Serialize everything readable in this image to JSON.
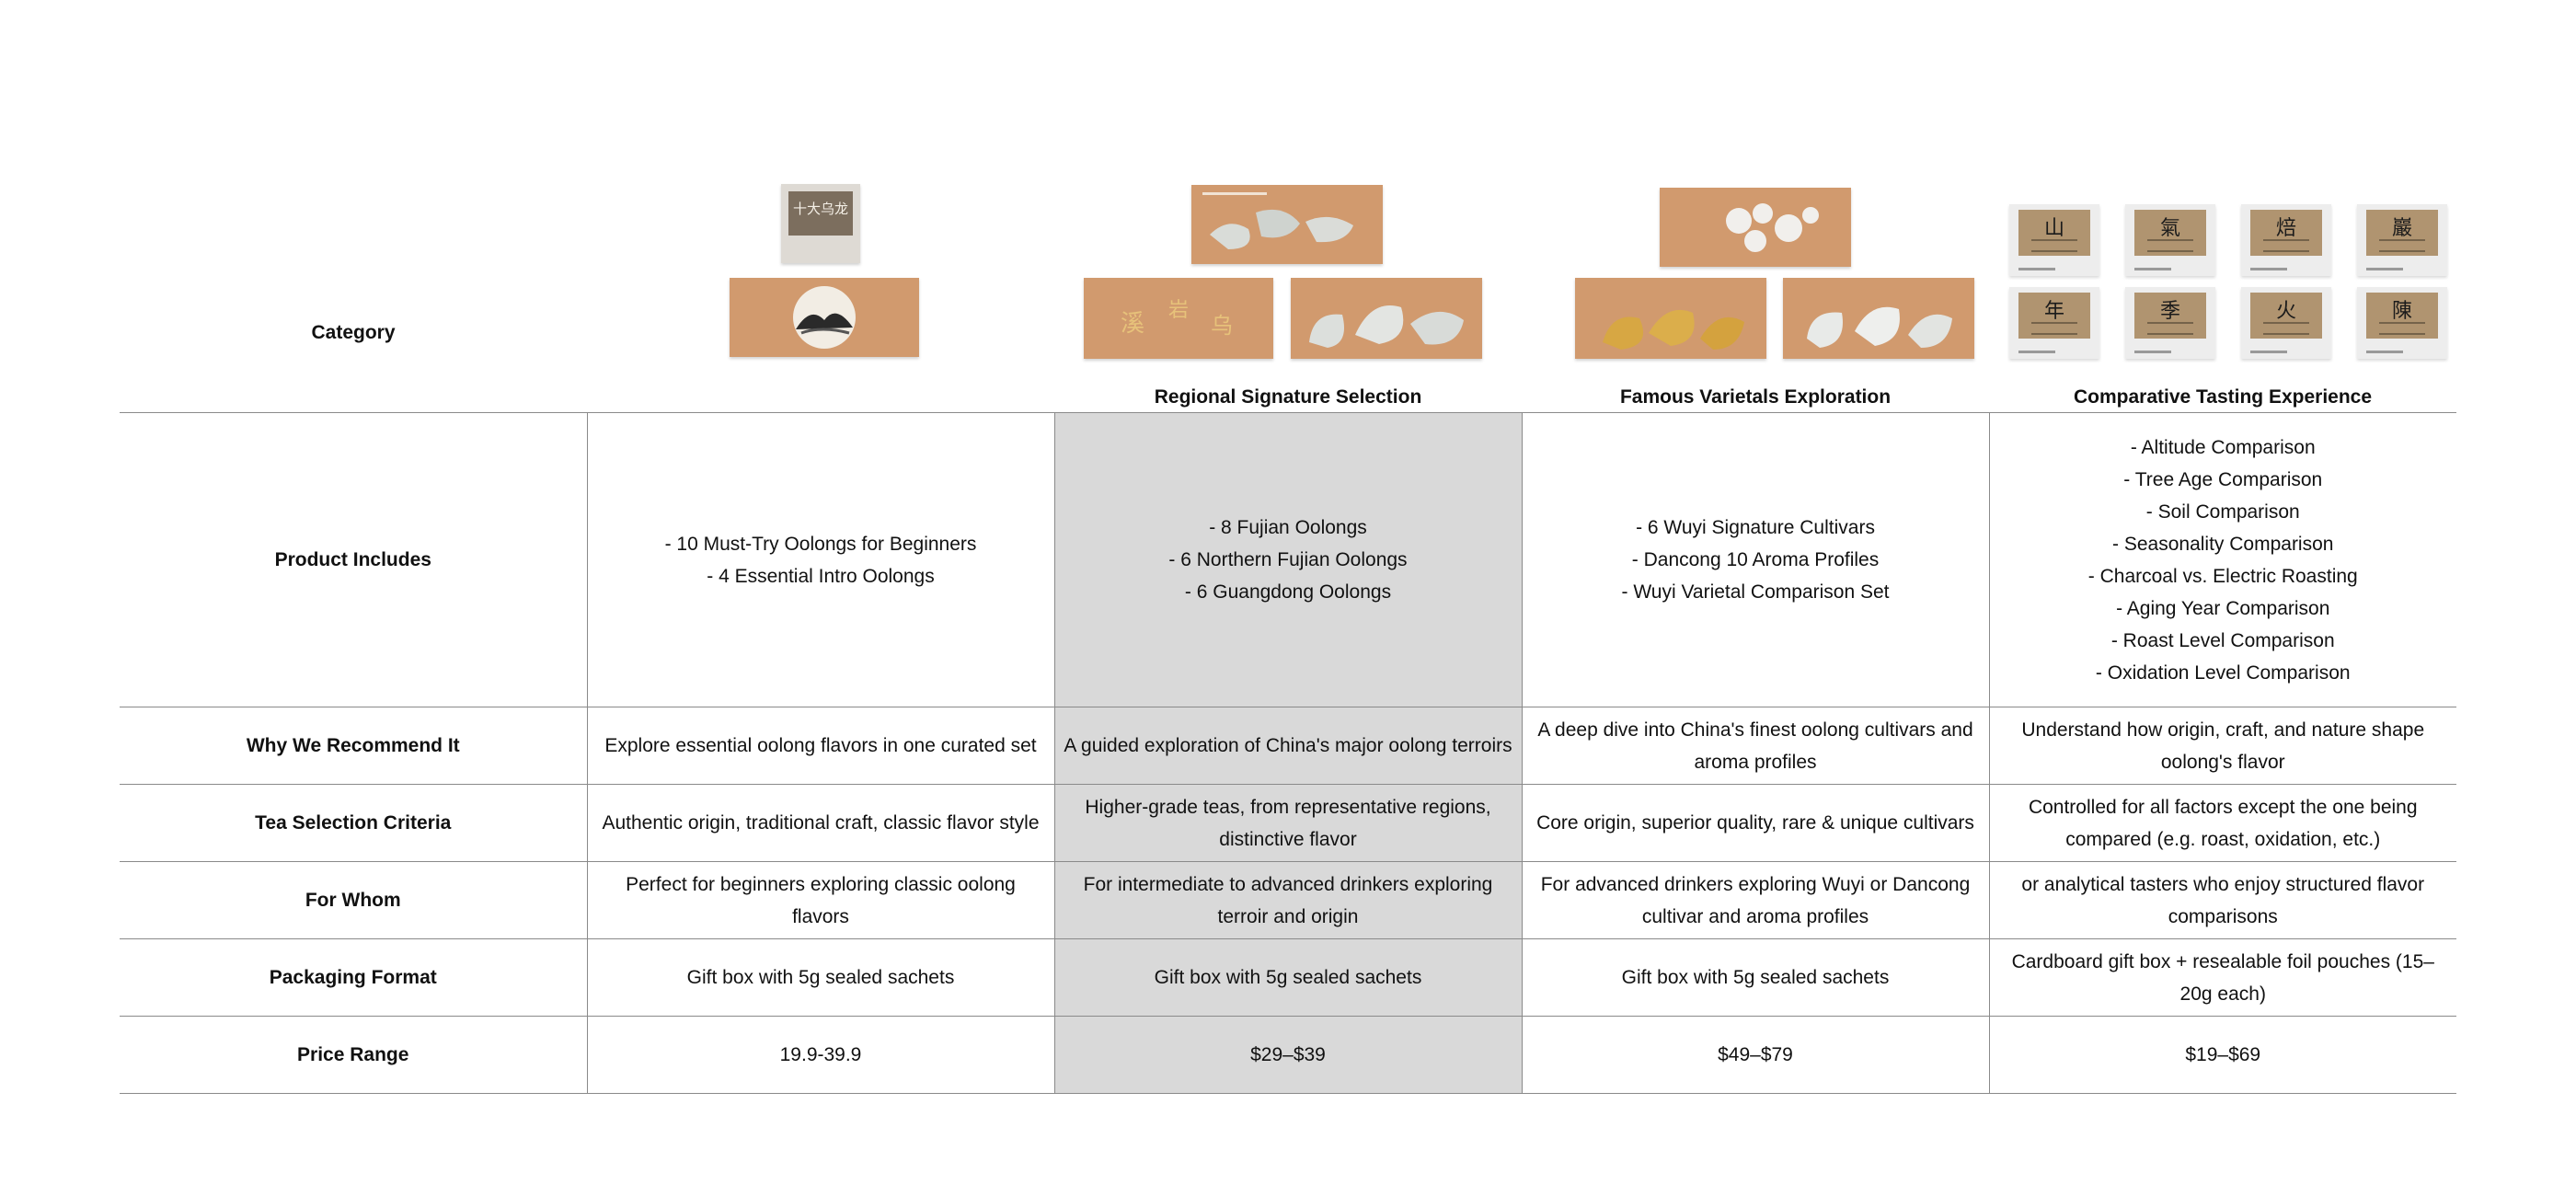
{
  "header": {
    "category_label": "Category",
    "columns": [
      {
        "title": ""
      },
      {
        "title": "Regional Signature Selection"
      },
      {
        "title": "Famous Varietals Exploration"
      },
      {
        "title": "Comparative Tasting Experience"
      }
    ],
    "product_images": [
      {
        "icon": "beginner-gift-box-icon",
        "stamp_text": "十大乌龙"
      },
      {
        "icon": "regional-gift-boxes-icon"
      },
      {
        "icon": "varietal-gift-boxes-icon"
      },
      {
        "icon": "comparison-pouches-icon",
        "glyphs": [
          "山",
          "氣",
          "焙",
          "巖",
          "年",
          "季",
          "火",
          "陳"
        ]
      }
    ]
  },
  "colors": {
    "box_tan": "#d19a6e",
    "highlight_column": "#d9d9d9",
    "pouch_label": "#b09470"
  },
  "rows": [
    {
      "label": "Product Includes",
      "cells": [
        [
          "- 10 Must-Try Oolongs for Beginners",
          "- 4 Essential Intro Oolongs"
        ],
        [
          "- 8 Fujian Oolongs",
          "- 6 Northern Fujian Oolongs",
          "- 6 Guangdong Oolongs"
        ],
        [
          "- 6 Wuyi Signature Cultivars",
          "- Dancong 10 Aroma Profiles",
          "- Wuyi Varietal Comparison Set"
        ],
        [
          "- Altitude Comparison",
          "- Tree Age Comparison",
          "- Soil Comparison",
          "- Seasonality Comparison",
          "- Charcoal vs. Electric Roasting",
          "- Aging Year Comparison",
          "- Roast Level Comparison",
          "- Oxidation Level Comparison"
        ]
      ]
    },
    {
      "label": "Why We Recommend It",
      "cells": [
        "Explore essential oolong flavors in one curated set",
        "A guided exploration of China's major oolong terroirs",
        "A deep dive into China's finest oolong cultivars and aroma profiles",
        "Understand how origin, craft, and nature shape oolong's flavor"
      ]
    },
    {
      "label": "Tea Selection Criteria",
      "cells": [
        "Authentic origin, traditional craft, classic flavor style",
        "Higher-grade teas, from representative regions, distinctive flavor",
        "Core origin, superior quality, rare & unique cultivars",
        "Controlled for all factors except the one being compared (e.g. roast, oxidation, etc.)"
      ]
    },
    {
      "label": "For Whom",
      "cells": [
        "Perfect for beginners exploring classic oolong flavors",
        "For intermediate to advanced drinkers exploring terroir and origin",
        "For advanced drinkers exploring Wuyi or Dancong cultivar and aroma profiles",
        "or analytical tasters who enjoy structured flavor comparisons"
      ]
    },
    {
      "label": "Packaging Format",
      "cells": [
        "Gift box with 5g sealed sachets",
        "Gift box with 5g sealed sachets",
        "Gift box with 5g sealed sachets",
        "Cardboard gift box + resealable foil pouches (15–20g each)"
      ]
    },
    {
      "label": "Price Range",
      "cells": [
        "19.9-39.9",
        "$29–$39",
        "$49–$79",
        "$19–$69"
      ]
    }
  ]
}
